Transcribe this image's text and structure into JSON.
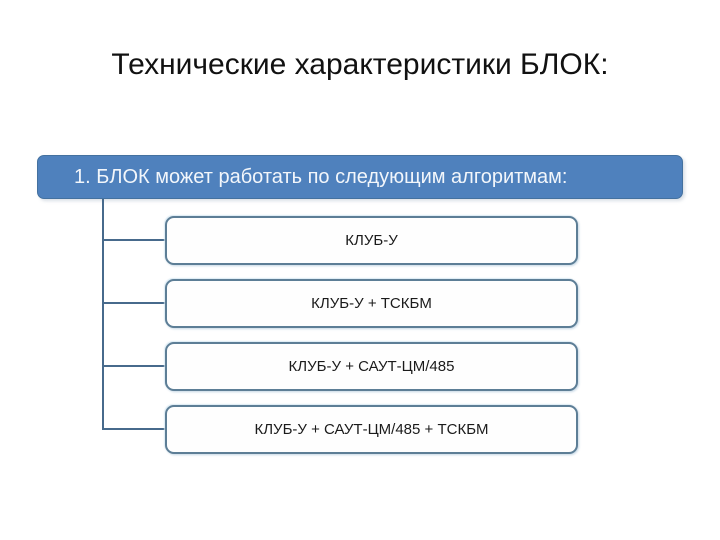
{
  "slide": {
    "title": "Технические характеристики БЛОК:",
    "header": {
      "label": "1. БЛОК может работать по следующим алгоритмам:"
    },
    "algorithms": [
      {
        "label": "КЛУБ-У"
      },
      {
        "label": "КЛУБ-У + ТСКБМ"
      },
      {
        "label": "КЛУБ-У + САУТ-ЦМ/485"
      },
      {
        "label": "КЛУБ-У + САУТ-ЦМ/485 + ТСКБМ"
      }
    ],
    "colors": {
      "title_text": "#111111",
      "header_fill": "#4f81bd",
      "header_border": "#44719f",
      "header_text": "#f2f6fb",
      "connector": "#476a8c",
      "box_border": "#5d7e96"
    }
  }
}
